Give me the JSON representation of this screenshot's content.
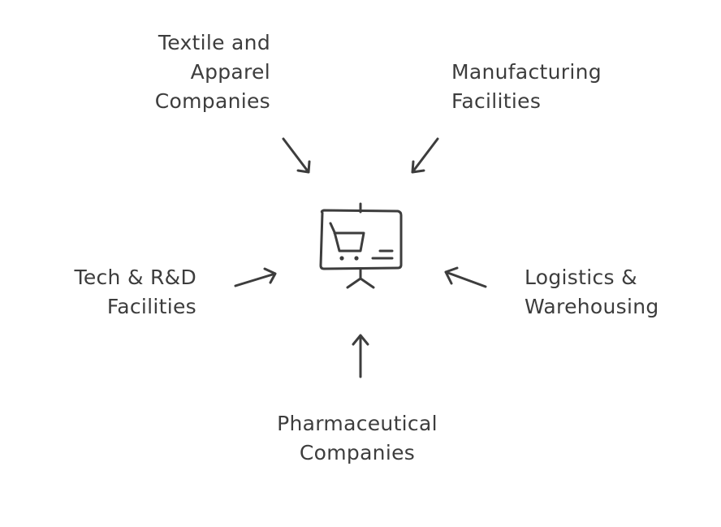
{
  "diagram": {
    "center": {
      "icon": "presentation-board-shopping-cart-icon"
    },
    "nodes": [
      {
        "id": "textile",
        "lines": [
          "Textile and",
          "Apparel",
          "Companies"
        ],
        "arrow_direction": "down-right"
      },
      {
        "id": "manufacturing",
        "lines": [
          "Manufacturing",
          "Facilities"
        ],
        "arrow_direction": "down-left"
      },
      {
        "id": "tech",
        "lines": [
          "Tech & R&D",
          "Facilities"
        ],
        "arrow_direction": "right"
      },
      {
        "id": "logistics",
        "lines": [
          "Logistics &",
          "Warehousing"
        ],
        "arrow_direction": "left"
      },
      {
        "id": "pharma",
        "lines": [
          "Pharmaceutical",
          "Companies"
        ],
        "arrow_direction": "up"
      }
    ],
    "colors": {
      "ink": "#3d3d3d",
      "background": "#ffffff"
    }
  }
}
